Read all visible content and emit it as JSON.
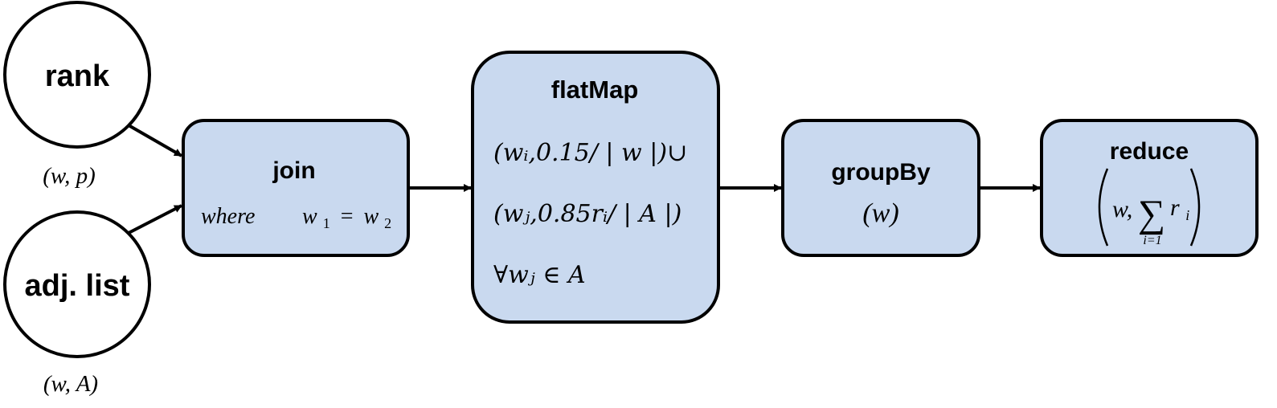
{
  "colors": {
    "box_fill": "#c9d9ef",
    "stroke": "#000000",
    "circle_fill": "#ffffff"
  },
  "inputs": {
    "rank": {
      "label": "rank",
      "schema": "(w, p)"
    },
    "adj_list": {
      "label": "adj. list",
      "schema": "(w, A)"
    }
  },
  "join": {
    "title": "join",
    "condition_word": "where",
    "lhs": "w",
    "lhs_sub": "1",
    "eq": "=",
    "rhs": "w",
    "rhs_sub": "2"
  },
  "flatmap": {
    "title": "flatMap",
    "line1": "(wᵢ,0.15/ | w |)∪",
    "line2": "(wⱼ,0.85rᵢ/ | A |)",
    "line3": "∀wⱼ ∈ A"
  },
  "groupby": {
    "title": "groupBy",
    "key": "(w)"
  },
  "reduce": {
    "title": "reduce",
    "var": "w,",
    "sigma": "∑",
    "summand": "r",
    "summand_sub": "i",
    "lower": "i=1"
  }
}
